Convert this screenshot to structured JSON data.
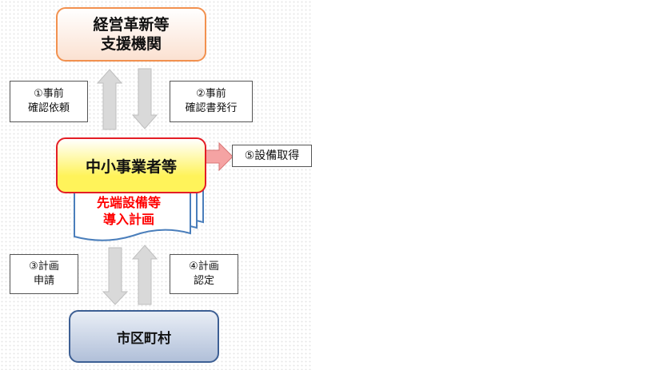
{
  "nodes": {
    "support_agency": {
      "line1": "経営革新等",
      "line2": "支援機関"
    },
    "sme": {
      "label": "中小事業者等"
    },
    "city": {
      "label": "市区町村"
    },
    "plan_document": {
      "line1": "先端設備等",
      "line2": "導入計画"
    }
  },
  "steps": {
    "step1": "①事前\n確認依頼",
    "step2": "②事前\n確認書発行",
    "step3": "③計画\n申請",
    "step4": "④計画\n認定",
    "step5": "⑤設備取得"
  },
  "colors": {
    "support_border": "#f2914f",
    "sme_border": "#e41e26",
    "city_border": "#3d5f94",
    "plan_text": "#ff0000",
    "plan_border": "#4a7ebb",
    "arrow_gray": "#d9d9d9",
    "arrow_pink": "#f5a3a3"
  }
}
